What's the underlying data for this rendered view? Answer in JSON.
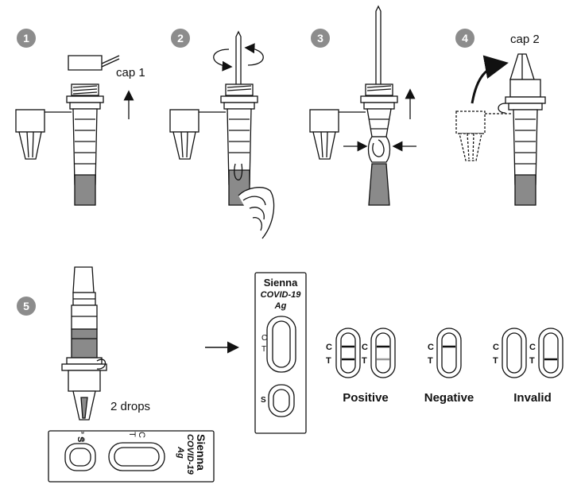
{
  "steps": [
    "1",
    "2",
    "3",
    "4",
    "5"
  ],
  "labels": {
    "cap1": "cap 1",
    "cap2": "cap 2",
    "drops": "2 drops"
  },
  "cassette": {
    "brand": "Sienna",
    "product": "COVID-19",
    "suffix": "Ag",
    "c": "C",
    "t": "T",
    "s": "S"
  },
  "results": {
    "positive": "Positive",
    "negative": "Negative",
    "invalid": "Invalid",
    "c": "C",
    "t": "T"
  },
  "colors": {
    "line": "#1a1a1a",
    "step_badge": "#8c8c8c",
    "liquid": "#8a8a8a",
    "faint_line": "#9a9a9a"
  }
}
